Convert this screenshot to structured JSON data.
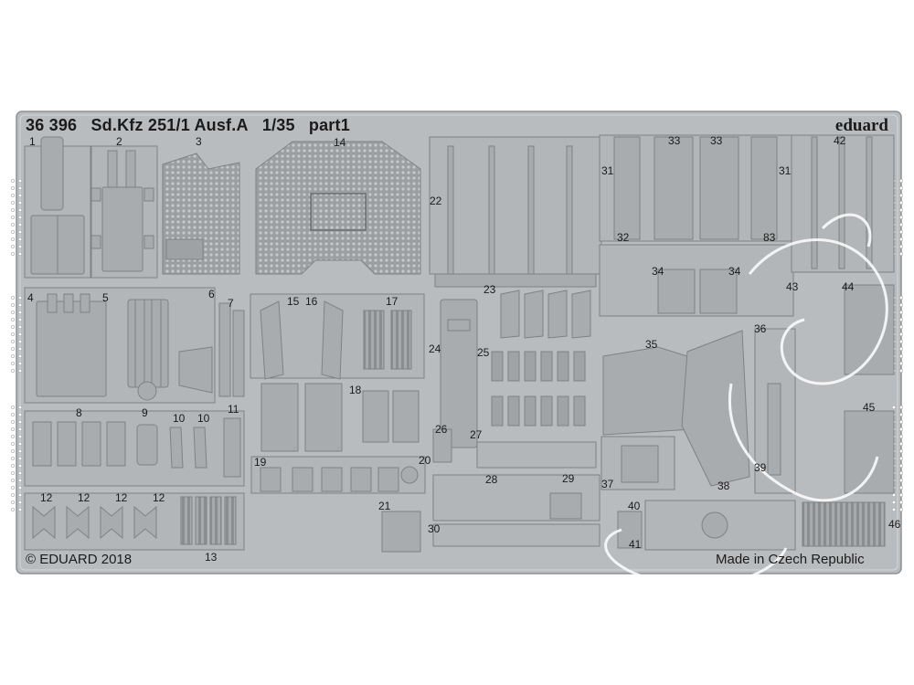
{
  "fret": {
    "code": "36 396",
    "name": "Sd.Kfz 251/1 Ausf.A",
    "scale": "1/35",
    "part": "part1",
    "brand": "eduard",
    "copyright": "© EDUARD 2018",
    "origin": "Made in Czech Republic"
  },
  "parts": {
    "p1": "1",
    "p2": "2",
    "p3": "3",
    "p4": "4",
    "p5": "5",
    "p6": "6",
    "p7": "7",
    "p8": "8",
    "p9": "9",
    "p10a": "10",
    "p10b": "10",
    "p11": "11",
    "p12a": "12",
    "p12b": "12",
    "p12c": "12",
    "p12d": "12",
    "p13": "13",
    "p14": "14",
    "p15": "15",
    "p16": "16",
    "p17": "17",
    "p18": "18",
    "p19": "19",
    "p20": "20",
    "p21": "21",
    "p22": "22",
    "p23": "23",
    "p24": "24",
    "p25": "25",
    "p26": "26",
    "p27": "27",
    "p28": "28",
    "p29": "29",
    "p30": "30",
    "p31a": "31",
    "p31b": "31",
    "p32": "32",
    "p33a": "33",
    "p33b": "33",
    "p34a": "34",
    "p34b": "34",
    "p35": "35",
    "p36": "36",
    "p37": "37",
    "p38": "38",
    "p39": "39",
    "p40": "40",
    "p41": "41",
    "p42": "42",
    "p43": "43",
    "p44": "44",
    "p45": "45",
    "p46": "46",
    "p83": "83"
  },
  "colors": {
    "fret_fill": "#b9bcbf",
    "part_fill": "#a9acaf",
    "dark_edge": "#7f8285",
    "light_edge": "#dfe1e3",
    "mesh": "#8c8f92"
  }
}
